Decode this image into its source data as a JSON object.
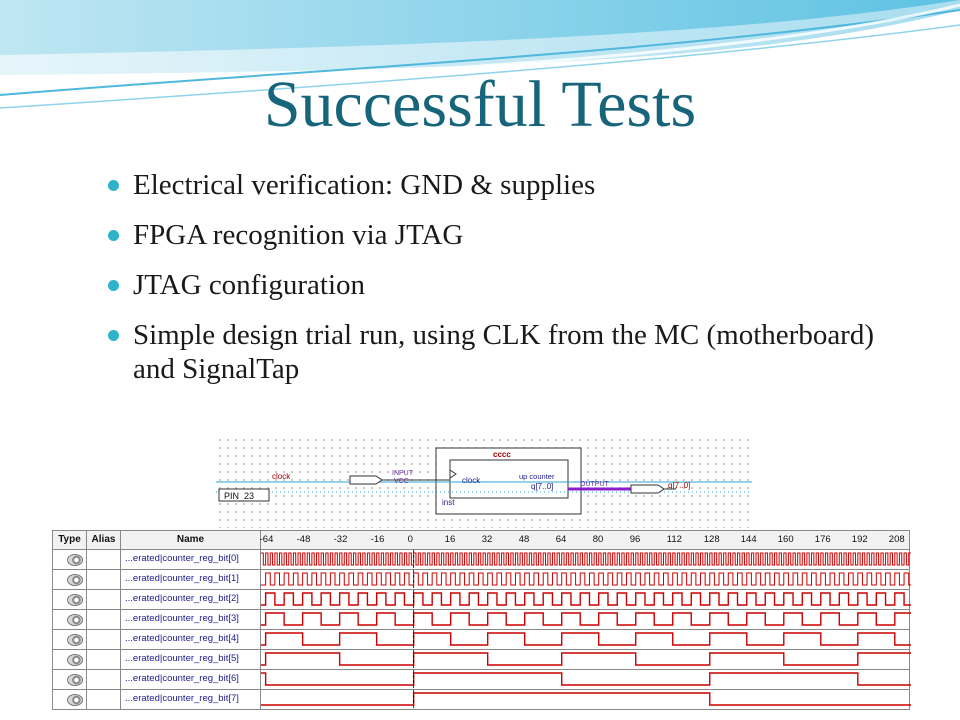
{
  "slide": {
    "title": "Successful Tests",
    "bullets": [
      "Electrical verification: GND & supplies",
      "FPGA recognition via JTAG",
      "JTAG configuration",
      "Simple design trial run, using CLK from the MC (motherboard) and SignalTap"
    ],
    "colors": {
      "title": "#17657b",
      "bullet": "#2fb3c9",
      "wave_accent": "#29a7d6"
    }
  },
  "schematic": {
    "block_name": "cccc",
    "block_inst": "inst",
    "clock_label": "clock",
    "clock_port": "clock",
    "up_counter_label": "up counter",
    "q_port": "q[7..0]",
    "input_tag": "INPUT",
    "vcc_tag": "VCC",
    "output_tag": "OUTPUT",
    "output_label": "q[7..0]",
    "pin_label": "PIN_23"
  },
  "waveform": {
    "headers": {
      "type": "Type",
      "alias": "Alias",
      "name": "Name"
    },
    "ticks": [
      "-64",
      "-48",
      "-32",
      "-16",
      "0",
      "16",
      "32",
      "48",
      "64",
      "80",
      "96",
      "112",
      "128",
      "144",
      "160",
      "176",
      "192",
      "208"
    ],
    "signals": [
      "...erated|counter_reg_bit[0]",
      "...erated|counter_reg_bit[1]",
      "...erated|counter_reg_bit[2]",
      "...erated|counter_reg_bit[3]",
      "...erated|counter_reg_bit[4]",
      "...erated|counter_reg_bit[5]",
      "...erated|counter_reg_bit[6]",
      "...erated|counter_reg_bit[7]"
    ],
    "type_icon": "signal-tap-node-icon",
    "trace_color": "#cc0000"
  }
}
